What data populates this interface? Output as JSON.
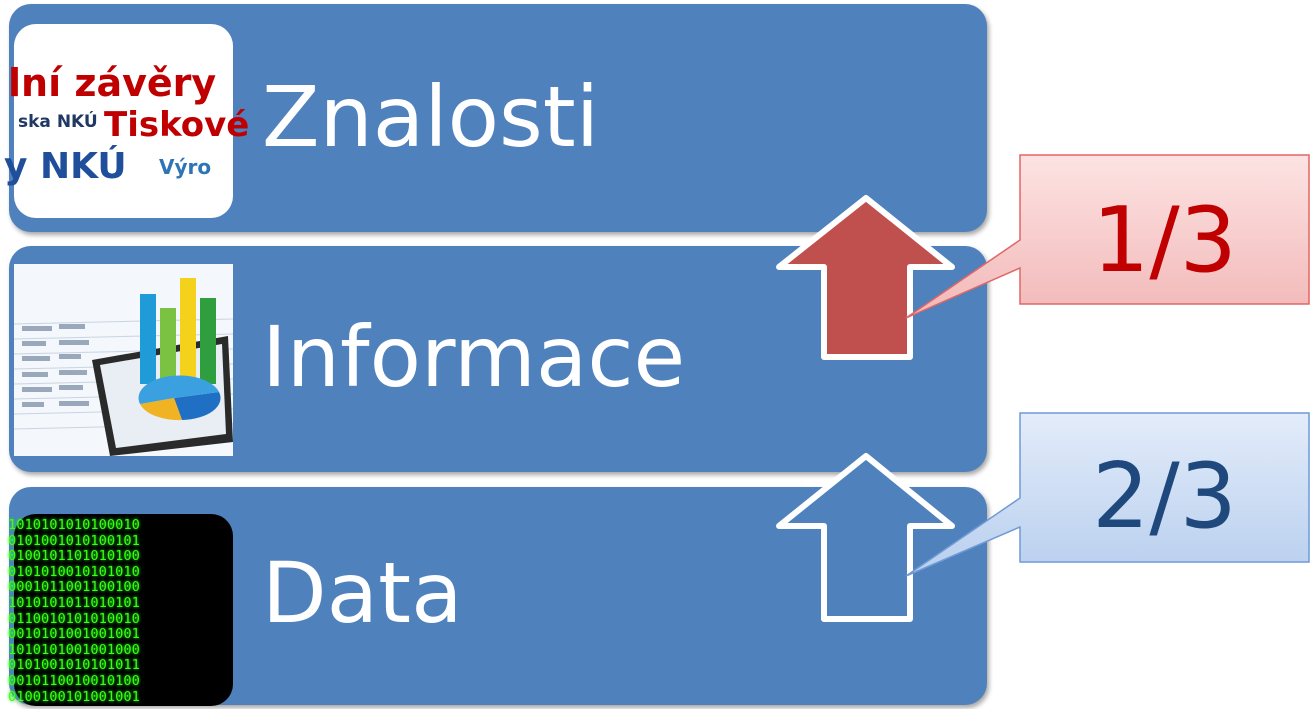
{
  "layers": [
    {
      "label": "Znalosti"
    },
    {
      "label": "Informace"
    },
    {
      "label": "Data"
    }
  ],
  "thumbnails": {
    "znalosti_collage": [
      "lní závěry",
      "ska NKÚ",
      "Tiskové",
      "y NKÚ",
      "Výro"
    ],
    "data_binary": [
      "1010101010100010",
      "0101001010100101",
      "0100101101010100",
      "0101010010101010",
      "0001011001100100",
      "1010101011010101",
      "0110010101010010",
      "0010101001001001",
      "1010101001001000",
      "0101001010101011",
      "0010110010010100",
      "0100100101001001"
    ]
  },
  "callouts": [
    {
      "text": "1/3",
      "fill": "#f2b8b8",
      "text_color": "#c00000",
      "arrow_fill": "#c0504d"
    },
    {
      "text": "2/3",
      "fill": "#b8cfee",
      "text_color": "#1f497d",
      "arrow_fill": "#4f81bd"
    }
  ],
  "colors": {
    "layer_fill": "#4f81bd",
    "arrow_outline": "#ffffff"
  }
}
